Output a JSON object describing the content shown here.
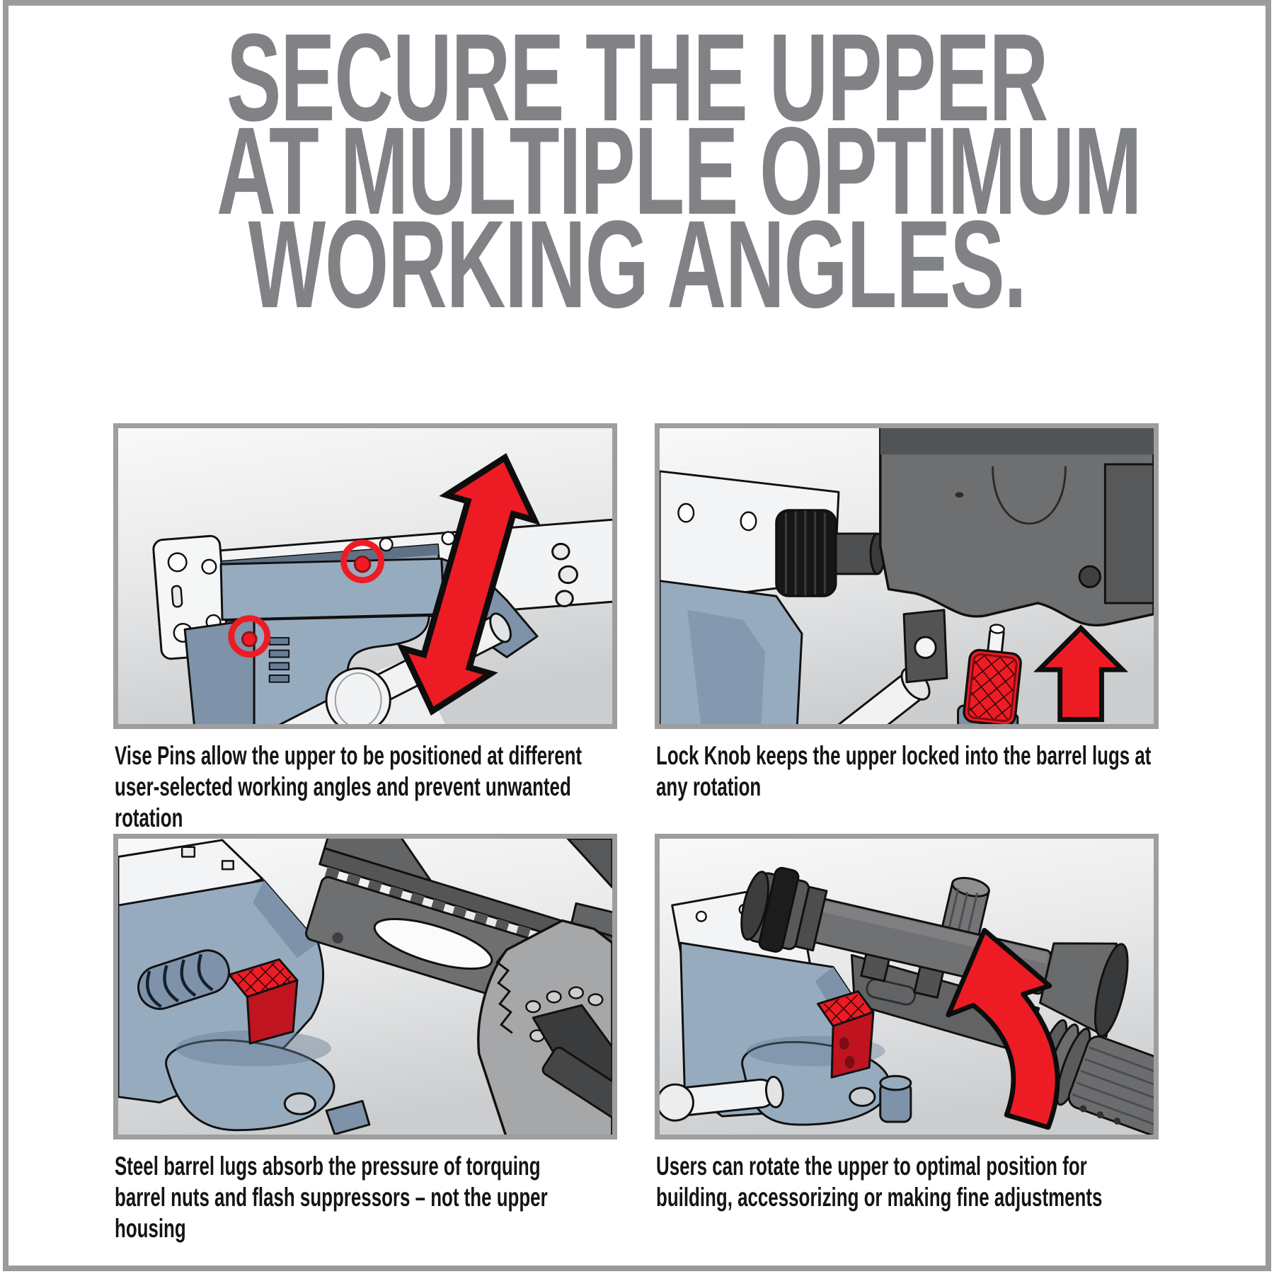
{
  "colors": {
    "accent": "#ed1c24",
    "accent-dark": "#8c1016",
    "headline": "#808285",
    "panel-border": "#9c9ea0",
    "frame-border": "#9b9b9d",
    "caption": "#141414",
    "vise-blue": "#97abbf",
    "steel-gray": "#6e6f71",
    "white-part": "#f3f3f4"
  },
  "headline": {
    "line1": "SECURE THE UPPER",
    "line2": "AT MULTIPLE OPTIMUM",
    "line3": "WORKING ANGLES."
  },
  "panels": [
    {
      "id": "vise-pins",
      "arrow_icon": "up-down-arrow-icon",
      "highlight_icon": "pin-highlight-circle-icon",
      "lines": [
        "Vise Pins allow the upper to be positioned at different",
        "user-selected working angles and prevent unwanted",
        "rotation"
      ]
    },
    {
      "id": "lock-knob",
      "arrow_icon": "up-arrow-icon",
      "lines": [
        "Lock Knob keeps the upper locked into the barrel lugs at",
        "any rotation"
      ]
    },
    {
      "id": "barrel-lugs",
      "arrow_icon": "none",
      "lines": [
        "Steel barrel lugs absorb the pressure of torquing",
        "barrel nuts and flash suppressors – not the upper",
        "housing"
      ]
    },
    {
      "id": "rotation",
      "arrow_icon": "rotate-arrow-icon",
      "lines": [
        "Users can rotate the upper to optimal position for",
        "building, accessorizing or making fine adjustments"
      ]
    }
  ]
}
